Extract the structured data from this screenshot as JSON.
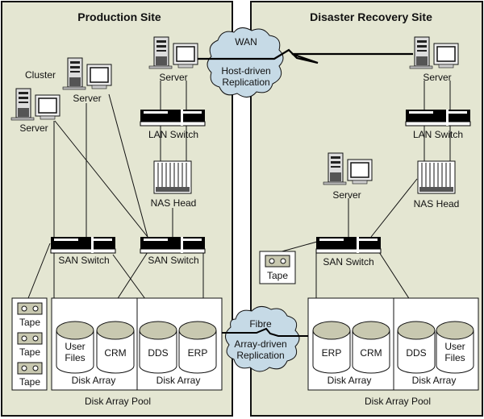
{
  "colors": {
    "site_bg": "#e4e6d2",
    "cloud": "#c6dae6",
    "disk": "#c8c8b0",
    "border": "#111111"
  },
  "production": {
    "title": "Production Site",
    "cluster_label": "Cluster",
    "servers": [
      "Server",
      "Server",
      "Server"
    ],
    "lan_switch": "LAN Switch",
    "nas_head": "NAS Head",
    "san_switches": [
      "SAN Switch",
      "SAN Switch"
    ],
    "tapes": [
      "Tape",
      "Tape",
      "Tape"
    ],
    "disks": [
      "User Files",
      "CRM",
      "DDS",
      "ERP"
    ],
    "disk_arrays": [
      "Disk Array",
      "Disk Array"
    ],
    "pool": "Disk Array Pool"
  },
  "recovery": {
    "title": "Disaster Recovery Site",
    "servers": [
      "Server",
      "Server"
    ],
    "lan_switch": "LAN Switch",
    "nas_head": "NAS Head",
    "san_switch": "SAN Switch",
    "tape": "Tape",
    "disks": [
      "ERP",
      "CRM",
      "DDS",
      "User Files"
    ],
    "disk_arrays": [
      "Disk Array",
      "Disk Array"
    ],
    "pool": "Disk Array Pool"
  },
  "wan_cloud": {
    "title": "WAN",
    "line1": "Host-driven",
    "line2": "Replication"
  },
  "fibre_cloud": {
    "title": "Fibre",
    "line1": "Array-driven",
    "line2": "Replication"
  }
}
